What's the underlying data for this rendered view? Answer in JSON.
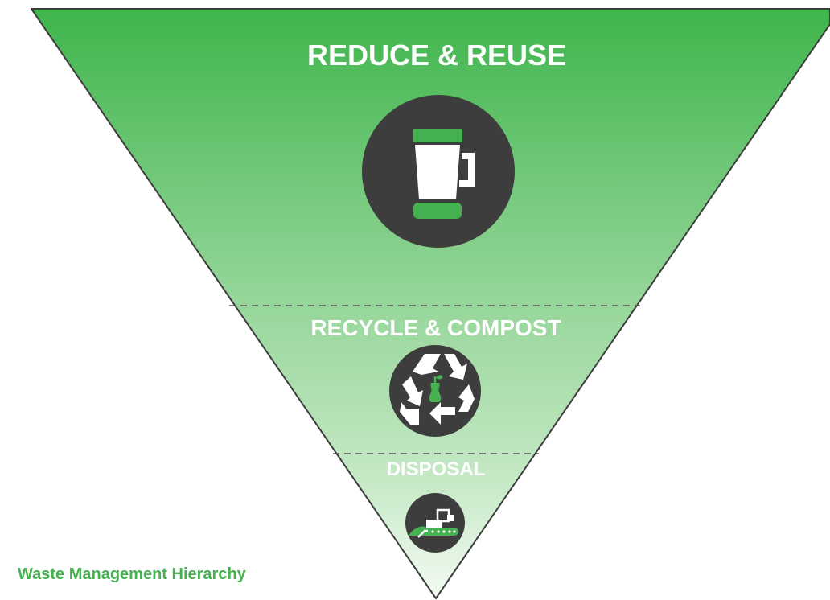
{
  "title": "Waste Management Hierarchy",
  "tiers": [
    {
      "label": "REDUCE & REUSE",
      "icon": "reusable-cup-icon"
    },
    {
      "label": "RECYCLE & COMPOST",
      "icon": "recycle-compost-icon"
    },
    {
      "label": "DISPOSAL",
      "icon": "landfill-bulldozer-icon"
    }
  ],
  "colors": {
    "top_green": "#3fb54c",
    "bottom_white": "#f3fbf3",
    "icon_circle": "#3d3d3d",
    "accent_green": "#45b150",
    "divider": "#555555"
  }
}
